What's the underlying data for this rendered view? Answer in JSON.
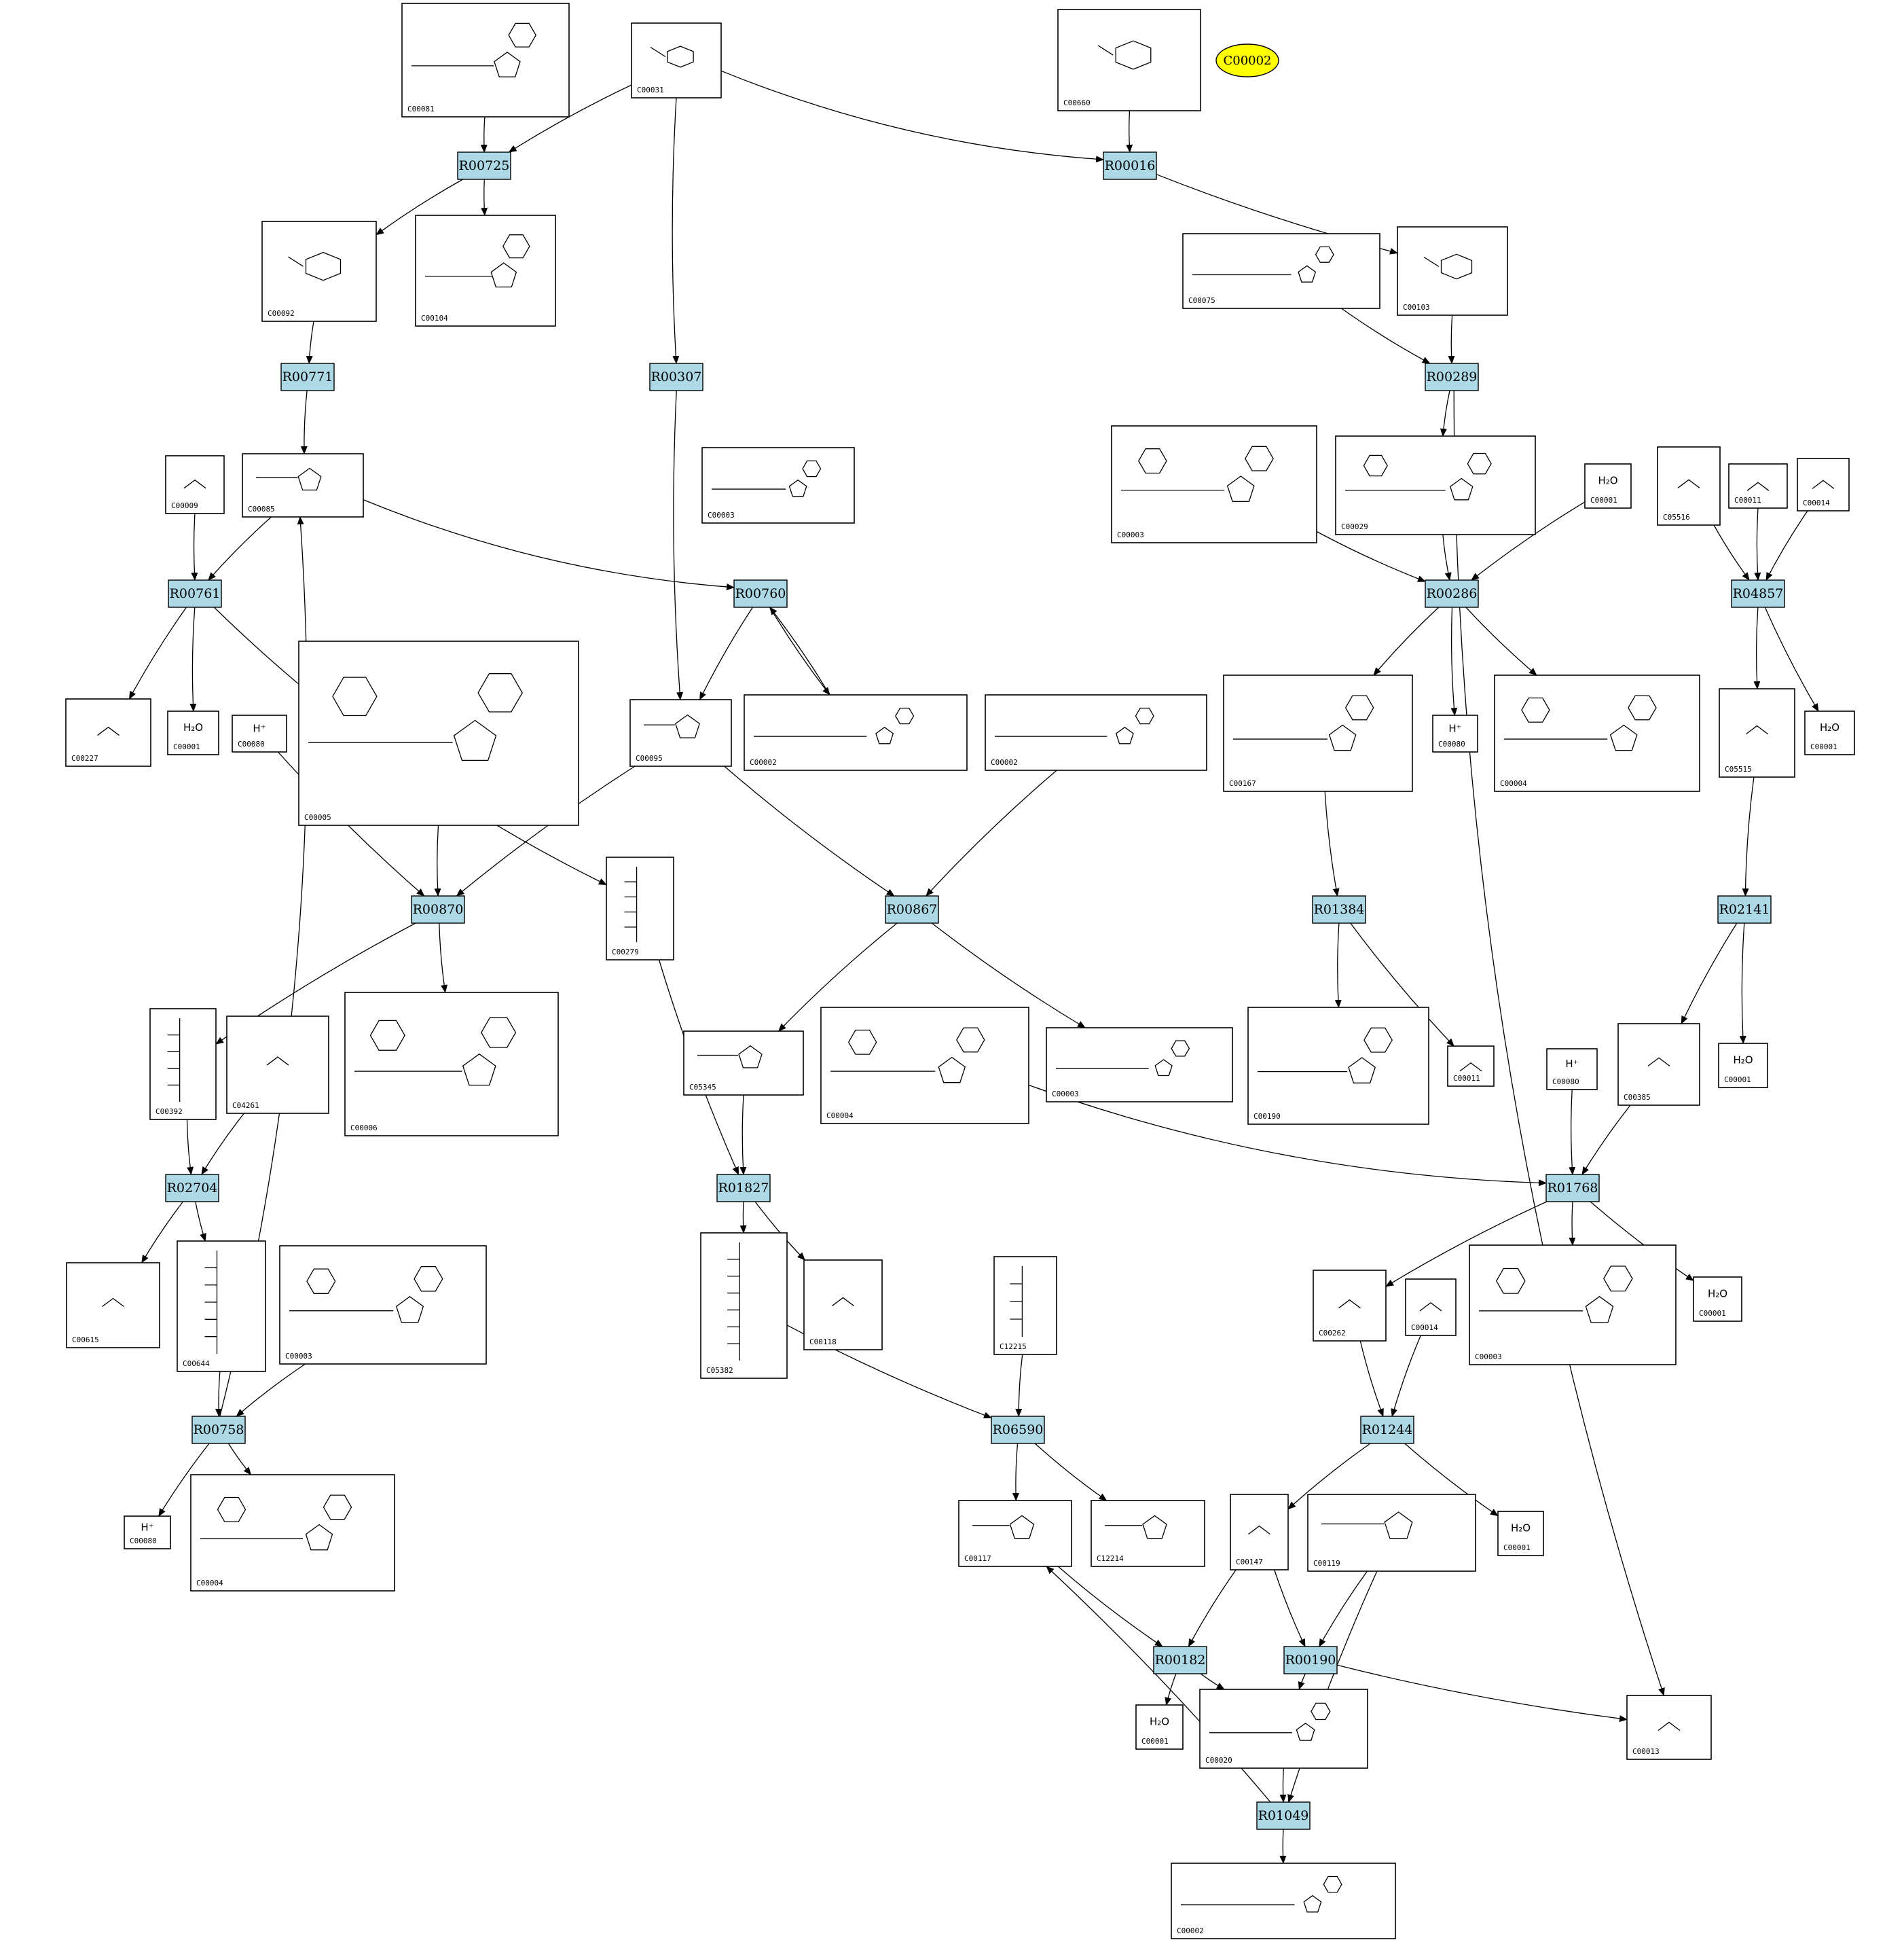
{
  "highlight": {
    "id": "C00002",
    "fill": "#ffff00"
  },
  "colors": {
    "reaction_fill": "#add8e6",
    "compound_fill": "#ffffff",
    "edge": "#000000"
  },
  "reactions": [
    {
      "id": "R00725"
    },
    {
      "id": "R00016"
    },
    {
      "id": "R00771"
    },
    {
      "id": "R00307"
    },
    {
      "id": "R00289"
    },
    {
      "id": "R00761"
    },
    {
      "id": "R00760"
    },
    {
      "id": "R00286"
    },
    {
      "id": "R04857"
    },
    {
      "id": "R00870"
    },
    {
      "id": "R00867"
    },
    {
      "id": "R01384"
    },
    {
      "id": "R02141"
    },
    {
      "id": "R02704"
    },
    {
      "id": "R01827"
    },
    {
      "id": "R01768"
    },
    {
      "id": "R00758"
    },
    {
      "id": "R06590"
    },
    {
      "id": "R01244"
    },
    {
      "id": "R00182"
    },
    {
      "id": "R00190"
    },
    {
      "id": "R01049"
    }
  ],
  "compounds": [
    {
      "key": "c00081",
      "id": "C00081",
      "shape": "nucleotide3"
    },
    {
      "key": "c00031",
      "id": "C00031",
      "shape": "sugar"
    },
    {
      "key": "c00660",
      "id": "C00660",
      "shape": "sugar"
    },
    {
      "key": "c00092",
      "id": "C00092",
      "shape": "sugar"
    },
    {
      "key": "c00104",
      "id": "C00104",
      "shape": "nucleotide2"
    },
    {
      "key": "c00075",
      "id": "C00075",
      "shape": "nucleotide3"
    },
    {
      "key": "c00103",
      "id": "C00103",
      "shape": "sugar"
    },
    {
      "key": "c00009",
      "id": "C00009",
      "shape": "small"
    },
    {
      "key": "c00085",
      "id": "C00085",
      "shape": "furanose"
    },
    {
      "key": "c00003a",
      "id": "C00003",
      "shape": "dinucleotide"
    },
    {
      "key": "c00003b",
      "id": "C00003",
      "shape": "nucleotide1"
    },
    {
      "key": "c00029",
      "id": "C00029",
      "shape": "dinucleotide"
    },
    {
      "key": "c00001a",
      "id": "C00001",
      "shape": "small",
      "label": "H₂O"
    },
    {
      "key": "c05516",
      "id": "C05516",
      "shape": "small"
    },
    {
      "key": "c00011a",
      "id": "C00011",
      "shape": "small"
    },
    {
      "key": "c00014a",
      "id": "C00014",
      "shape": "small"
    },
    {
      "key": "c00005",
      "id": "C00005",
      "shape": "dinucleotide"
    },
    {
      "key": "c00227",
      "id": "C00227",
      "shape": "small"
    },
    {
      "key": "c00001b",
      "id": "C00001",
      "shape": "small",
      "label": "H₂O"
    },
    {
      "key": "c00080a",
      "id": "C00080",
      "shape": "small",
      "label": "H⁺"
    },
    {
      "key": "c00095",
      "id": "C00095",
      "shape": "furanose"
    },
    {
      "key": "c00002a",
      "id": "C00002",
      "shape": "nucleotide3"
    },
    {
      "key": "c00002b",
      "id": "C00002",
      "shape": "nucleotide3"
    },
    {
      "key": "c00167",
      "id": "C00167",
      "shape": "nucleotide2"
    },
    {
      "key": "c00080b",
      "id": "C00080",
      "shape": "small",
      "label": "H⁺"
    },
    {
      "key": "c00004a",
      "id": "C00004",
      "shape": "dinucleotide"
    },
    {
      "key": "c05515",
      "id": "C05515",
      "shape": "small"
    },
    {
      "key": "c00001c",
      "id": "C00001",
      "shape": "small",
      "label": "H₂O"
    },
    {
      "key": "c00279",
      "id": "C00279",
      "shape": "chain"
    },
    {
      "key": "c00006",
      "id": "C00006",
      "shape": "dinucleotide"
    },
    {
      "key": "c00392",
      "id": "C00392",
      "shape": "chain"
    },
    {
      "key": "c04261",
      "id": "C04261",
      "shape": "small"
    },
    {
      "key": "c05345",
      "id": "C05345",
      "shape": "furanose"
    },
    {
      "key": "c00004b",
      "id": "C00004",
      "shape": "dinucleotide"
    },
    {
      "key": "c00003c",
      "id": "C00003",
      "shape": "nucleotide1"
    },
    {
      "key": "c00190",
      "id": "C00190",
      "shape": "nucleotide2"
    },
    {
      "key": "c00011b",
      "id": "C00011",
      "shape": "small"
    },
    {
      "key": "c00080c",
      "id": "C00080",
      "shape": "small",
      "label": "H⁺"
    },
    {
      "key": "c00385",
      "id": "C00385",
      "shape": "small"
    },
    {
      "key": "c00001d",
      "id": "C00001",
      "shape": "small",
      "label": "H₂O"
    },
    {
      "key": "c00615",
      "id": "C00615",
      "shape": "small"
    },
    {
      "key": "c00644",
      "id": "C00644",
      "shape": "chain"
    },
    {
      "key": "c00003d",
      "id": "C00003",
      "shape": "dinucleotide"
    },
    {
      "key": "c05382",
      "id": "C05382",
      "shape": "chain"
    },
    {
      "key": "c00118",
      "id": "C00118",
      "shape": "small"
    },
    {
      "key": "c12215",
      "id": "C12215",
      "shape": "chain"
    },
    {
      "key": "c00262",
      "id": "C00262",
      "shape": "small"
    },
    {
      "key": "c00014b",
      "id": "C00014",
      "shape": "small"
    },
    {
      "key": "c00003e",
      "id": "C00003",
      "shape": "dinucleotide"
    },
    {
      "key": "c00001e",
      "id": "C00001",
      "shape": "small",
      "label": "H₂O"
    },
    {
      "key": "c00080d",
      "id": "C00080",
      "shape": "small",
      "label": "H⁺"
    },
    {
      "key": "c00004c",
      "id": "C00004",
      "shape": "dinucleotide"
    },
    {
      "key": "c00117",
      "id": "C00117",
      "shape": "furanose"
    },
    {
      "key": "c12214",
      "id": "C12214",
      "shape": "furanose"
    },
    {
      "key": "c00147",
      "id": "C00147",
      "shape": "small"
    },
    {
      "key": "c00119",
      "id": "C00119",
      "shape": "furanose"
    },
    {
      "key": "c00001f",
      "id": "C00001",
      "shape": "small",
      "label": "H₂O"
    },
    {
      "key": "c00001g",
      "id": "C00001",
      "shape": "small",
      "label": "H₂O"
    },
    {
      "key": "c00020",
      "id": "C00020",
      "shape": "nucleotide1"
    },
    {
      "key": "c00013",
      "id": "C00013",
      "shape": "small"
    },
    {
      "key": "c00002c",
      "id": "C00002",
      "shape": "nucleotide3"
    }
  ],
  "edges": [
    [
      "c00081",
      "R00725"
    ],
    [
      "c00031",
      "R00725"
    ],
    [
      "R00725",
      "c00092"
    ],
    [
      "R00725",
      "c00104"
    ],
    [
      "c00031",
      "R00307"
    ],
    [
      "c00031",
      "R00016"
    ],
    [
      "c00660",
      "R00016"
    ],
    [
      "R00016",
      "c00103"
    ],
    [
      "c00092",
      "R00771"
    ],
    [
      "R00771",
      "c00085"
    ],
    [
      "R00307",
      "c00095"
    ],
    [
      "c00075",
      "R00289"
    ],
    [
      "c00103",
      "R00289"
    ],
    [
      "R00289",
      "c00029"
    ],
    [
      "R00289",
      "c00013"
    ],
    [
      "c00009",
      "R00761"
    ],
    [
      "c00085",
      "R00761"
    ],
    [
      "R00761",
      "c00227"
    ],
    [
      "R00761",
      "c00001b"
    ],
    [
      "R00761",
      "c00279"
    ],
    [
      "c00085",
      "R00760"
    ],
    [
      "c00002a",
      "R00760"
    ],
    [
      "R00760",
      "c00095"
    ],
    [
      "R00760",
      "c00002a"
    ],
    [
      "c00003a",
      "R00286"
    ],
    [
      "c00029",
      "R00286"
    ],
    [
      "c00001a",
      "R00286"
    ],
    [
      "R00286",
      "c00167"
    ],
    [
      "R00286",
      "c00080b"
    ],
    [
      "R00286",
      "c00004a"
    ],
    [
      "c05516",
      "R04857"
    ],
    [
      "c00011a",
      "R04857"
    ],
    [
      "c00014a",
      "R04857"
    ],
    [
      "R04857",
      "c05515"
    ],
    [
      "R04857",
      "c00001c"
    ],
    [
      "c00080a",
      "R00870"
    ],
    [
      "c00005",
      "R00870"
    ],
    [
      "c00095",
      "R00870"
    ],
    [
      "R00870",
      "c00392"
    ],
    [
      "R00870",
      "c00006"
    ],
    [
      "c00095",
      "R00867"
    ],
    [
      "c00002b",
      "R00867"
    ],
    [
      "R00867",
      "c05345"
    ],
    [
      "R00867",
      "c00003c"
    ],
    [
      "c00167",
      "R01384"
    ],
    [
      "R01384",
      "c00190"
    ],
    [
      "R01384",
      "c00011b"
    ],
    [
      "c05515",
      "R02141"
    ],
    [
      "R02141",
      "c00385"
    ],
    [
      "R02141",
      "c00001d"
    ],
    [
      "c00392",
      "R02704"
    ],
    [
      "c04261",
      "R02704"
    ],
    [
      "R02704",
      "c00615"
    ],
    [
      "R02704",
      "c00644"
    ],
    [
      "c00279",
      "R01827"
    ],
    [
      "c05345",
      "R01827"
    ],
    [
      "R01827",
      "c05382"
    ],
    [
      "R01827",
      "c00118"
    ],
    [
      "c00004b",
      "R01768"
    ],
    [
      "c00080c",
      "R01768"
    ],
    [
      "c00385",
      "R01768"
    ],
    [
      "R01768",
      "c00262"
    ],
    [
      "R01768",
      "c00003e"
    ],
    [
      "R01768",
      "c00001e"
    ],
    [
      "c00644",
      "R00758"
    ],
    [
      "c00003d",
      "R00758"
    ],
    [
      "R00758",
      "c00085"
    ],
    [
      "R00758",
      "c00080d"
    ],
    [
      "R00758",
      "c00004c"
    ],
    [
      "c05382",
      "R06590"
    ],
    [
      "c12215",
      "R06590"
    ],
    [
      "R06590",
      "c00117"
    ],
    [
      "R06590",
      "c12214"
    ],
    [
      "c00262",
      "R01244"
    ],
    [
      "c00014b",
      "R01244"
    ],
    [
      "R01244",
      "c00147"
    ],
    [
      "R01244",
      "c00001f"
    ],
    [
      "c00117",
      "R00182"
    ],
    [
      "c00147",
      "R00182"
    ],
    [
      "R00182",
      "c00001g"
    ],
    [
      "R00182",
      "c00020"
    ],
    [
      "c00147",
      "R00190"
    ],
    [
      "c00119",
      "R00190"
    ],
    [
      "R00190",
      "c00020"
    ],
    [
      "R00190",
      "c00013"
    ],
    [
      "c00020",
      "R01049"
    ],
    [
      "c00119",
      "R01049"
    ],
    [
      "R01049",
      "c00117"
    ],
    [
      "R01049",
      "c00002c"
    ]
  ]
}
